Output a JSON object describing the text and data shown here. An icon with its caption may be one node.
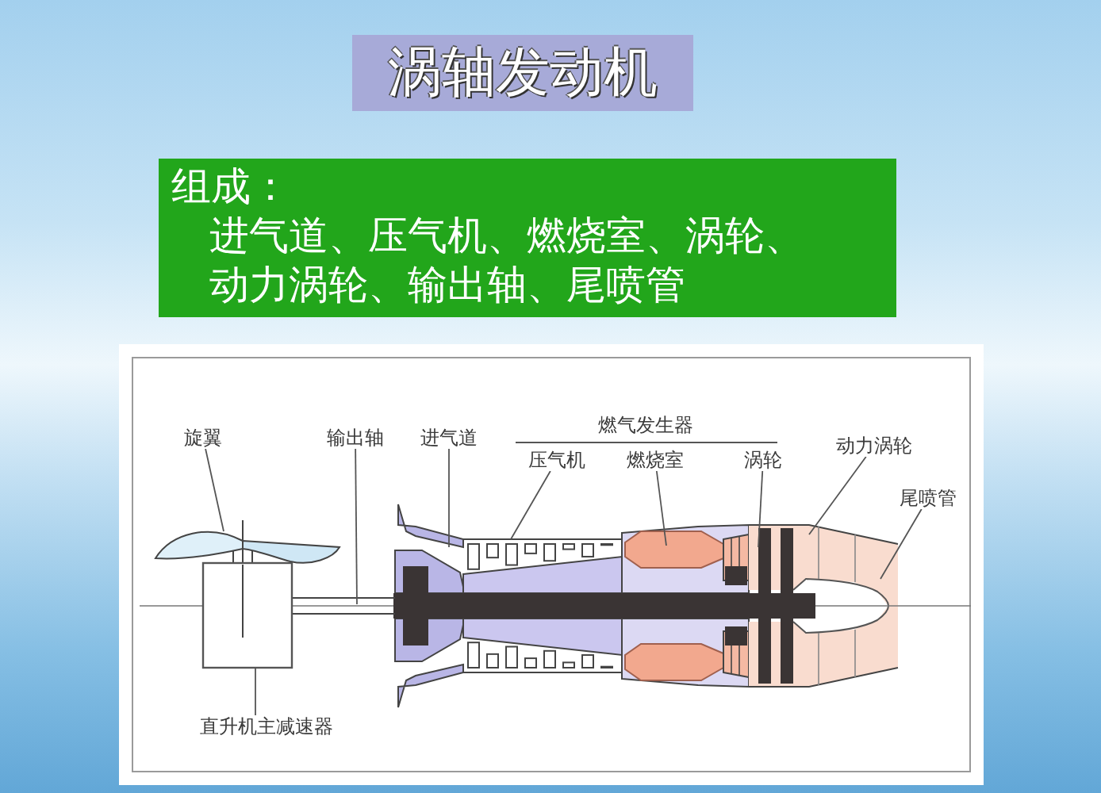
{
  "diagram": {
    "title": "涡轴发动机",
    "nodes": [
      {
        "text": [
          "组成：",
          "进气道、压气机、燃烧室、涡轮、动力涡轮、输出轴、尾喷管"
        ]
      },
      {
        "text": [
          "旋翼"
        ]
      },
      {
        "text": [
          "输出轴"
        ]
      },
      {
        "text": [
          "进气道"
        ]
      },
      {
        "text": [
          "压气机"
        ]
      },
      {
        "text": [
          "燃烧室"
        ]
      },
      {
        "text": [
          "涡轮"
        ]
      },
      {
        "text": [
          "动力涡轮"
        ]
      },
      {
        "text": [
          "尾喷管"
        ]
      },
      {
        "text": [],
        "shape": "box"
      },
      {
        "text": [
          "直升机主减速器"
        ]
      }
    ],
    "edges": [
      {
        "from": 1,
        "to": null,
        "arrow": "none"
      },
      {
        "from": 2,
        "to": null,
        "arrow": "none"
      },
      {
        "from": 3,
        "to": null,
        "arrow": "none"
      },
      {
        "from": 4,
        "to": null,
        "arrow": "none"
      },
      {
        "from": 5,
        "to": null,
        "arrow": "none"
      },
      {
        "from": 6,
        "to": null,
        "arrow": "none"
      },
      {
        "from": 7,
        "to": null,
        "arrow": "none"
      },
      {
        "from": 8,
        "to": null,
        "arrow": "none"
      },
      {
        "from": 10,
        "to": 9,
        "arrow": "none"
      }
    ],
    "labels": [
      "燃气发生器"
    ]
  }
}
